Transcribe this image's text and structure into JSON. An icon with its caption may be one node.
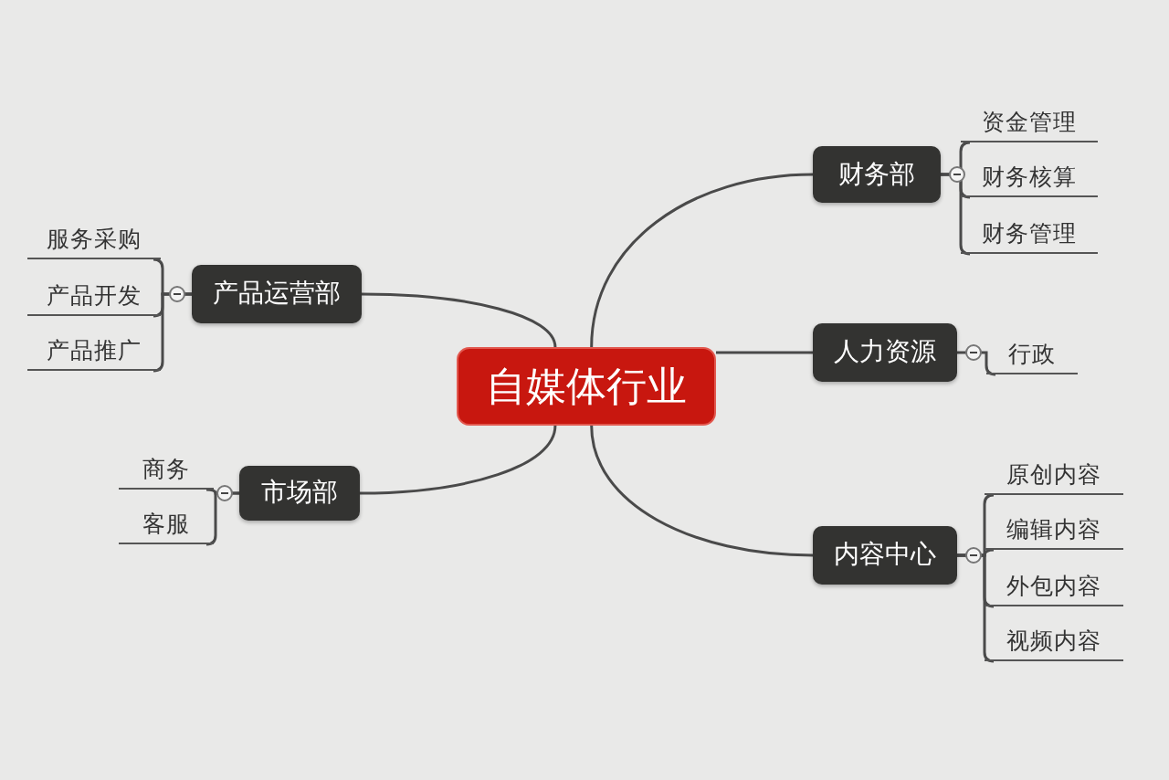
{
  "diagram": {
    "nodes": [
      {
        "text": [
          "自媒体行业"
        ]
      },
      {
        "text": [
          "产品运营部"
        ]
      },
      {
        "text": [
          "服务采购"
        ]
      },
      {
        "text": [
          "产品开发"
        ]
      },
      {
        "text": [
          "产品推广"
        ]
      },
      {
        "text": [
          "市场部"
        ]
      },
      {
        "text": [
          "商务"
        ]
      },
      {
        "text": [
          "客服"
        ]
      },
      {
        "text": [
          "财务部"
        ]
      },
      {
        "text": [
          "资金管理"
        ]
      },
      {
        "text": [
          "财务核算"
        ]
      },
      {
        "text": [
          "财务管理"
        ]
      },
      {
        "text": [
          "人力资源"
        ]
      },
      {
        "text": [
          "行政"
        ]
      },
      {
        "text": [
          "内容中心"
        ]
      },
      {
        "text": [
          "原创内容"
        ]
      },
      {
        "text": [
          "编辑内容"
        ]
      },
      {
        "text": [
          "外包内容"
        ]
      },
      {
        "text": [
          "视频内容"
        ]
      }
    ],
    "edges": [
      {
        "from": 0,
        "to": 1,
        "arrow": "none"
      },
      {
        "from": 1,
        "to": 2,
        "arrow": "none"
      },
      {
        "from": 1,
        "to": 3,
        "arrow": "none"
      },
      {
        "from": 1,
        "to": 4,
        "arrow": "none"
      },
      {
        "from": 0,
        "to": 5,
        "arrow": "none"
      },
      {
        "from": 5,
        "to": 6,
        "arrow": "none"
      },
      {
        "from": 5,
        "to": 7,
        "arrow": "none"
      },
      {
        "from": 0,
        "to": 8,
        "arrow": "none"
      },
      {
        "from": 8,
        "to": 9,
        "arrow": "none"
      },
      {
        "from": 8,
        "to": 10,
        "arrow": "none"
      },
      {
        "from": 8,
        "to": 11,
        "arrow": "none"
      },
      {
        "from": 0,
        "to": 12,
        "arrow": "none"
      },
      {
        "from": 12,
        "to": 13,
        "arrow": "none"
      },
      {
        "from": 0,
        "to": 14,
        "arrow": "none"
      },
      {
        "from": 14,
        "to": 15,
        "arrow": "none"
      },
      {
        "from": 14,
        "to": 16,
        "arrow": "none"
      },
      {
        "from": 14,
        "to": 17,
        "arrow": "none"
      },
      {
        "from": 14,
        "to": 18,
        "arrow": "none"
      }
    ]
  }
}
